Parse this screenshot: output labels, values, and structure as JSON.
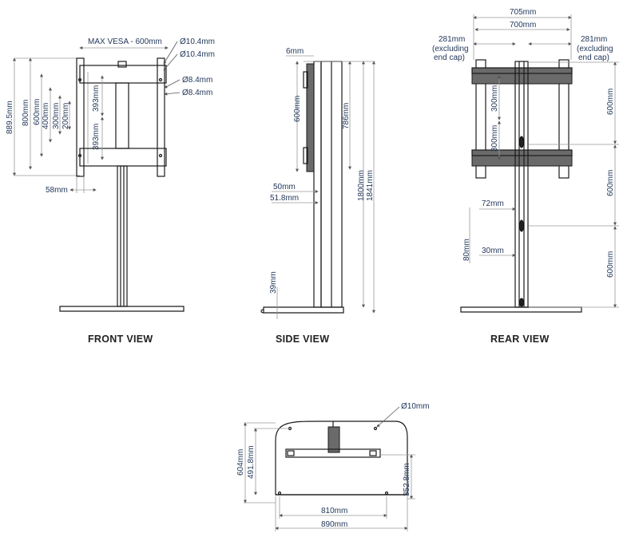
{
  "views": {
    "front": "FRONT VIEW",
    "side": "SIDE VIEW",
    "rear": "REAR VIEW"
  },
  "front_dims": {
    "max_vesa": "MAX VESA - 600mm",
    "d1": "Ø10.4mm",
    "d2": "Ø10.4mm",
    "d3": "Ø8.4mm",
    "d4": "Ø8.4mm",
    "h889": "889.5mm",
    "h800": "800mm",
    "h600": "600mm",
    "h400": "400mm",
    "h300": "300mm",
    "h200": "200mm",
    "h393a": "393mm",
    "h393b": "393mm",
    "w58": "58mm"
  },
  "side_dims": {
    "w6": "6mm",
    "h600": "600mm",
    "h786": "786mm",
    "h1800": "1800mm",
    "h1841": "1841mm",
    "w50": "50mm",
    "w51": "51.8mm",
    "h39": "39mm"
  },
  "rear_dims": {
    "w705": "705mm",
    "w700": "700mm",
    "w281l": "281mm",
    "w281l_note1": "(excluding",
    "w281l_note2": "end cap)",
    "w281r": "281mm",
    "w281r_note1": "(excluding",
    "w281r_note2": "end cap)",
    "h300a": "300mm",
    "h300b": "300mm",
    "h600a": "600mm",
    "h600b": "600mm",
    "h600c": "600mm",
    "w72": "72mm",
    "h80": "80mm",
    "w30": "30mm"
  },
  "base_dims": {
    "d10": "Ø10mm",
    "h604": "604mm",
    "h491": "491.8mm",
    "h352": "352.8mm",
    "w810": "810mm",
    "w890": "890mm"
  }
}
